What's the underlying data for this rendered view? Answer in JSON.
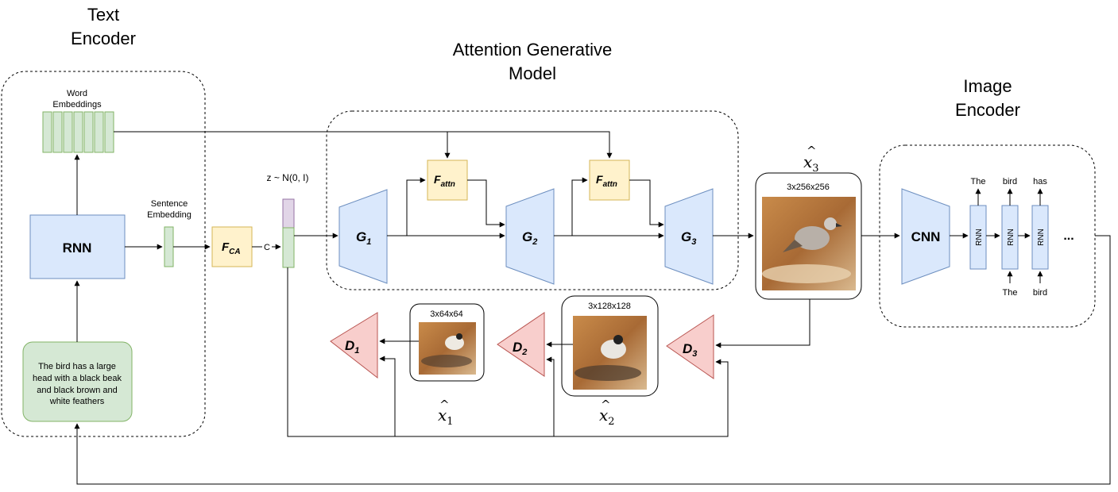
{
  "text_encoder": {
    "title_line1": "Text",
    "title_line2": "Encoder",
    "word_embeddings_line1": "Word",
    "word_embeddings_line2": "Embeddings",
    "rnn_label": "RNN",
    "sentence_embedding_line1": "Sentence",
    "sentence_embedding_line2": "Embedding",
    "caption_line1": "The bird has a large",
    "caption_line2": "head with a black beak",
    "caption_line3": "and black brown and",
    "caption_line4": "white feathers"
  },
  "conditioning": {
    "fca_main": "F",
    "fca_sub": "CA",
    "noise_label": "z ~ N(0, I)",
    "concat_label": "C"
  },
  "generative_model": {
    "title_line1": "Attention Generative",
    "title_line2": "Model",
    "g1_main": "G",
    "g1_sub": "1",
    "g2_main": "G",
    "g2_sub": "2",
    "g3_main": "G",
    "g3_sub": "3",
    "fattn_main": "F",
    "fattn_sub": "attn"
  },
  "outputs": {
    "x3_label": "x",
    "x3_sub": "3",
    "x3_size": "3x256x256",
    "x2_label": "x",
    "x2_sub": "2",
    "x2_size": "3x128x128",
    "x1_label": "x",
    "x1_sub": "1",
    "x1_size": "3x64x64"
  },
  "discriminators": {
    "d1_main": "D",
    "d1_sub": "1",
    "d2_main": "D",
    "d2_sub": "2",
    "d3_main": "D",
    "d3_sub": "3"
  },
  "image_encoder": {
    "title_line1": "Image",
    "title_line2": "Encoder",
    "cnn_label": "CNN",
    "rnn_cell_label": "RNN",
    "top_words": [
      "The",
      "bird",
      "has"
    ],
    "bottom_words": [
      "The",
      "bird"
    ],
    "ellipsis": "..."
  },
  "colors": {
    "blue_fill": "#dae8fc",
    "blue_stroke": "#6c8ebf",
    "green_fill": "#d5e8d4",
    "green_stroke": "#82b366",
    "yellow_fill": "#fff2cc",
    "yellow_stroke": "#d6b656",
    "red_fill": "#f8cecc",
    "red_stroke": "#b85450",
    "purple_fill": "#e1d5e7",
    "purple_stroke": "#9673a6"
  }
}
